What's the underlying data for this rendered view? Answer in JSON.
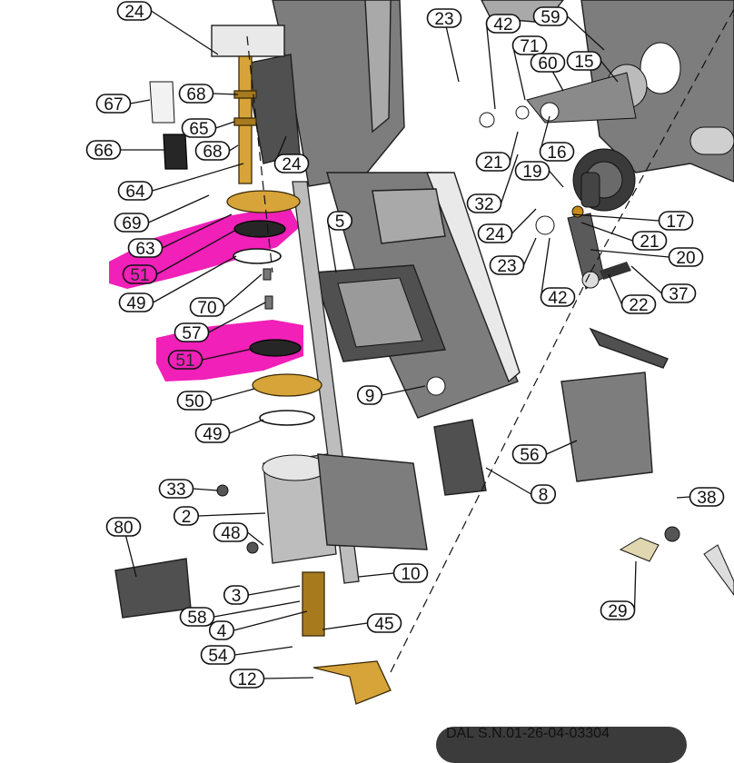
{
  "document": {
    "reference": "DAL S.N.01-26-04-03304",
    "highlight_color": "#f020b8"
  },
  "parts": [
    {
      "id": "p24a",
      "label": "24"
    },
    {
      "id": "p23a",
      "label": "23"
    },
    {
      "id": "p42a",
      "label": "42"
    },
    {
      "id": "p59",
      "label": "59"
    },
    {
      "id": "p71",
      "label": "71"
    },
    {
      "id": "p60",
      "label": "60"
    },
    {
      "id": "p15",
      "label": "15"
    },
    {
      "id": "p67",
      "label": "67"
    },
    {
      "id": "p68a",
      "label": "68"
    },
    {
      "id": "p65",
      "label": "65"
    },
    {
      "id": "p66",
      "label": "66"
    },
    {
      "id": "p68b",
      "label": "68"
    },
    {
      "id": "p24b",
      "label": "24"
    },
    {
      "id": "p21a",
      "label": "21"
    },
    {
      "id": "p16",
      "label": "16"
    },
    {
      "id": "p64",
      "label": "64"
    },
    {
      "id": "p19",
      "label": "19"
    },
    {
      "id": "p32",
      "label": "32"
    },
    {
      "id": "p69",
      "label": "69"
    },
    {
      "id": "p5",
      "label": "5"
    },
    {
      "id": "p24c",
      "label": "24"
    },
    {
      "id": "p17",
      "label": "17"
    },
    {
      "id": "p63",
      "label": "63"
    },
    {
      "id": "p21b",
      "label": "21"
    },
    {
      "id": "p51a",
      "label": "51"
    },
    {
      "id": "p20",
      "label": "20"
    },
    {
      "id": "p23b",
      "label": "23"
    },
    {
      "id": "p49a",
      "label": "49"
    },
    {
      "id": "p37",
      "label": "37"
    },
    {
      "id": "p42b",
      "label": "42"
    },
    {
      "id": "p22",
      "label": "22"
    },
    {
      "id": "p70",
      "label": "70"
    },
    {
      "id": "p57",
      "label": "57"
    },
    {
      "id": "p51b",
      "label": "51"
    },
    {
      "id": "p9",
      "label": "9"
    },
    {
      "id": "p50",
      "label": "50"
    },
    {
      "id": "p49b",
      "label": "49"
    },
    {
      "id": "p56",
      "label": "56"
    },
    {
      "id": "p8",
      "label": "8"
    },
    {
      "id": "p33",
      "label": "33"
    },
    {
      "id": "p38",
      "label": "38"
    },
    {
      "id": "p2",
      "label": "2"
    },
    {
      "id": "p80",
      "label": "80"
    },
    {
      "id": "p48",
      "label": "48"
    },
    {
      "id": "p10",
      "label": "10"
    },
    {
      "id": "p3",
      "label": "3"
    },
    {
      "id": "p29",
      "label": "29"
    },
    {
      "id": "p58",
      "label": "58"
    },
    {
      "id": "p4",
      "label": "4"
    },
    {
      "id": "p45",
      "label": "45"
    },
    {
      "id": "p54",
      "label": "54"
    },
    {
      "id": "p12",
      "label": "12"
    }
  ]
}
